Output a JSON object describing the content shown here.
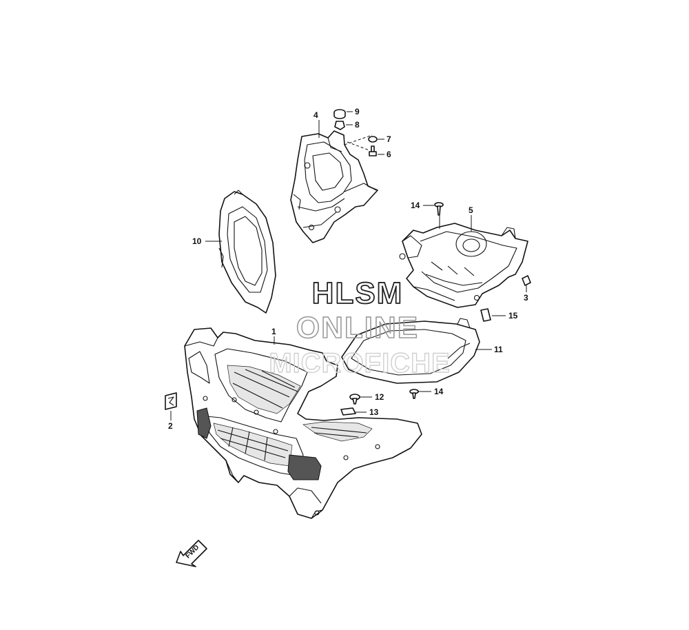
{
  "callouts": {
    "c1": "1",
    "c2": "2",
    "c3": "3",
    "c4": "4",
    "c5": "5",
    "c6": "6",
    "c7": "7",
    "c8": "8",
    "c9": "9",
    "c10": "10",
    "c11": "11",
    "c12": "12",
    "c13": "13",
    "c14a": "14",
    "c14b": "14",
    "c15": "15"
  },
  "watermark": {
    "line1": "HLSM",
    "line2": "ONLINE",
    "line3": "MICROFICHE"
  },
  "direction_label": "FWD"
}
